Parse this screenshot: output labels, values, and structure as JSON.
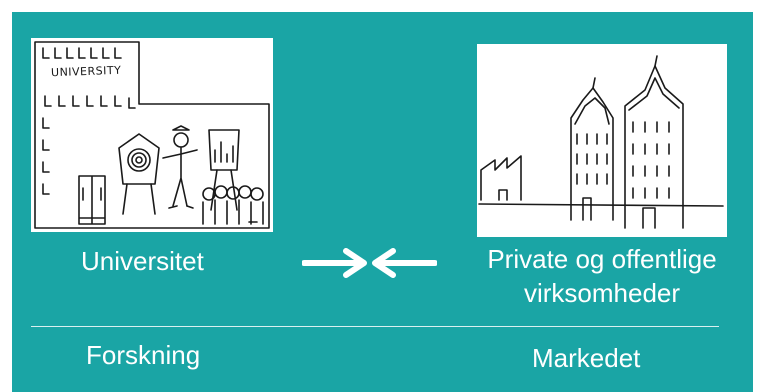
{
  "colors": {
    "background": "#1aa5a5",
    "text": "#ffffff",
    "divider": "#d9f0f0",
    "sketch": "#1a1a1a"
  },
  "left": {
    "sketch_sign": "UNIVERSITY",
    "label": "Universitet",
    "footer": "Forskning"
  },
  "right": {
    "label_line1": "Private og offentlige",
    "label_line2": "virksomheder",
    "footer": "Markedet"
  },
  "connector": {
    "icon": "converging-arrows-icon"
  }
}
